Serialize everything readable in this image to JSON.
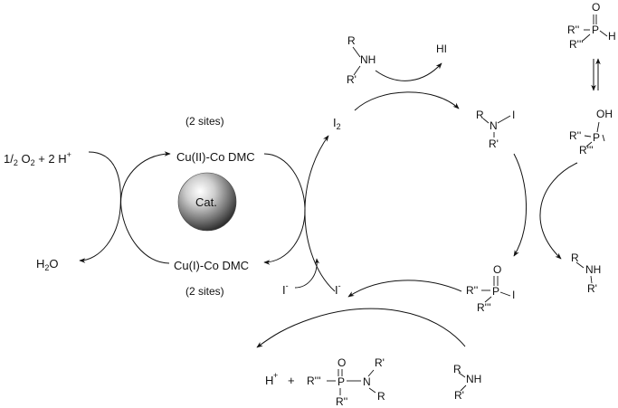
{
  "left_cycle": {
    "oxidant_prefix": "1/",
    "oxidant_sub": "2",
    "oxidant_o2": " O",
    "oxidant_o2_sub": "2",
    "oxidant_rest": " + 2 H",
    "oxidant_plus": "+",
    "water_h": "H",
    "water_sub": "2",
    "water_o": "O",
    "cu2_label": "Cu(II)-Co DMC",
    "cu1_label": "Cu(I)-Co DMC",
    "sites_top": "(2 sites)",
    "sites_bottom": "(2 sites)",
    "catalyst_label": "Cat."
  },
  "iodine": {
    "i2_main": "I",
    "i2_sub": "2",
    "iminus_left_main": "I",
    "iminus_left_sup": "-",
    "iminus_right_main": "I",
    "iminus_right_sup": "-"
  },
  "amine_top": {
    "r": "R",
    "nh": "NH",
    "rprime": "R'"
  },
  "hi_label": "HI",
  "n_iodoamine": {
    "r": "R",
    "n": "N",
    "i": "I",
    "rprime": "R'"
  },
  "phosphine_oxide": {
    "o": "O",
    "r2": "R''",
    "p": "P",
    "h": "H",
    "r3": "R'''"
  },
  "phosphinous_acid": {
    "oh": "OH",
    "r2": "R''",
    "p": "P",
    "r3": "R'''"
  },
  "amine_right": {
    "r": "R",
    "nh": "NH",
    "rprime": "R'"
  },
  "phosphoryl_iodide": {
    "o": "O",
    "r2": "R''",
    "p": "P",
    "i": "I",
    "r3": "R'''"
  },
  "amine_bottom": {
    "r": "R",
    "nh": "NH",
    "rprime": "R'"
  },
  "product": {
    "h_plus_main": "H",
    "h_plus_sup": "+",
    "plus": "+",
    "r3": "R'''",
    "o": "O",
    "p": "P",
    "n": "N",
    "rprime": "R'",
    "r": "R",
    "r2": "R''"
  }
}
